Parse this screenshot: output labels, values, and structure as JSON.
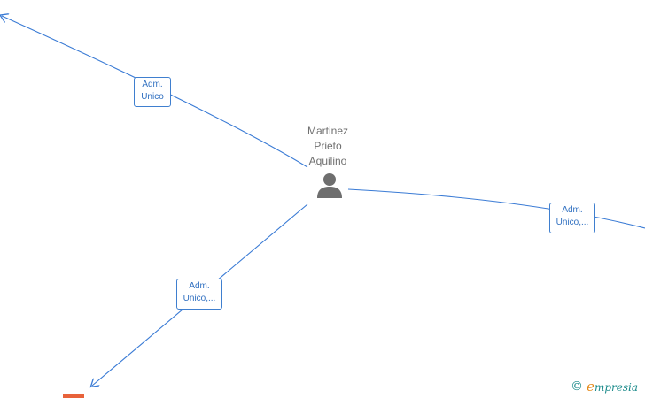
{
  "center_person": {
    "name_lines": [
      "Martinez",
      "Prieto",
      "Aquilino"
    ],
    "icon": "person-icon"
  },
  "edges": [
    {
      "id": "top-left",
      "label_lines": [
        "Adm.",
        "Unico"
      ]
    },
    {
      "id": "right",
      "label_lines": [
        "Adm.",
        "Unico,..."
      ]
    },
    {
      "id": "bottom-left",
      "label_lines": [
        "Adm.",
        "Unico,..."
      ]
    }
  ],
  "colors": {
    "edge": "#3a7bd5",
    "label_border": "#3f7fcf",
    "person_icon": "#6e6e6e",
    "company_node": "#e8623a"
  },
  "brand": {
    "copyright_symbol": "©",
    "name_first_letter": "e",
    "name_rest": "mpresia"
  }
}
